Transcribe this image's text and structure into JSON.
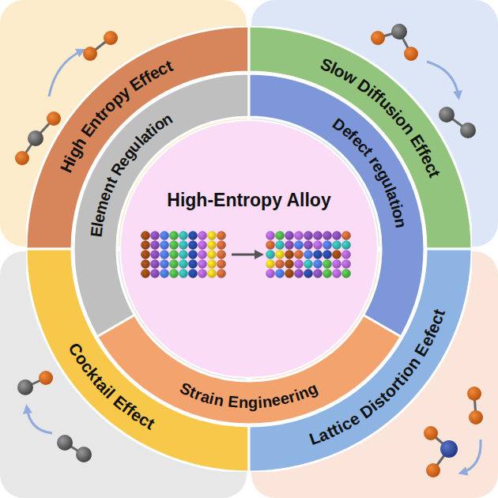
{
  "diagram": {
    "nodes": [
      {
        "text": [
          "High Entropy Effect"
        ]
      },
      {
        "text": [
          "Slow Diffusion Effect"
        ]
      },
      {
        "text": [
          "Element Regulation"
        ]
      },
      {
        "text": [
          "Defect regulation"
        ]
      },
      {
        "text": [
          "High-Entropy Alloy"
        ]
      },
      {
        "text": [
          "Strain Engineering"
        ]
      },
      {
        "text": [
          "Cocktail Effect"
        ]
      },
      {
        "text": [
          "Lattice Distortion Eefect"
        ]
      }
    ]
  }
}
